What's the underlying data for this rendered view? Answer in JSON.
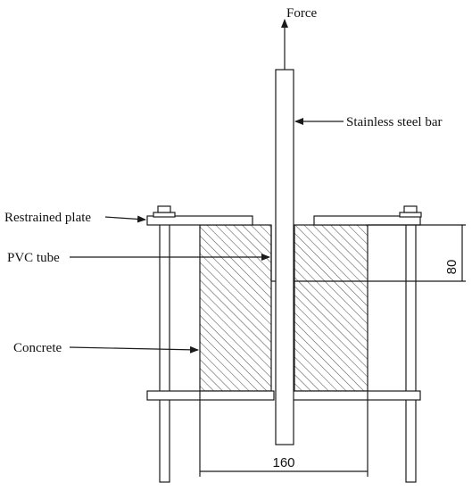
{
  "labels": {
    "force": "Force",
    "bar": "Stainless steel bar",
    "plate": "Restrained plate",
    "tube": "PVC tube",
    "concrete": "Concrete"
  },
  "dimensions": {
    "bonded_length": "80",
    "width": "160"
  },
  "colors": {
    "line": "#1a1a1a",
    "background": "#ffffff",
    "hatch": "#555555"
  }
}
